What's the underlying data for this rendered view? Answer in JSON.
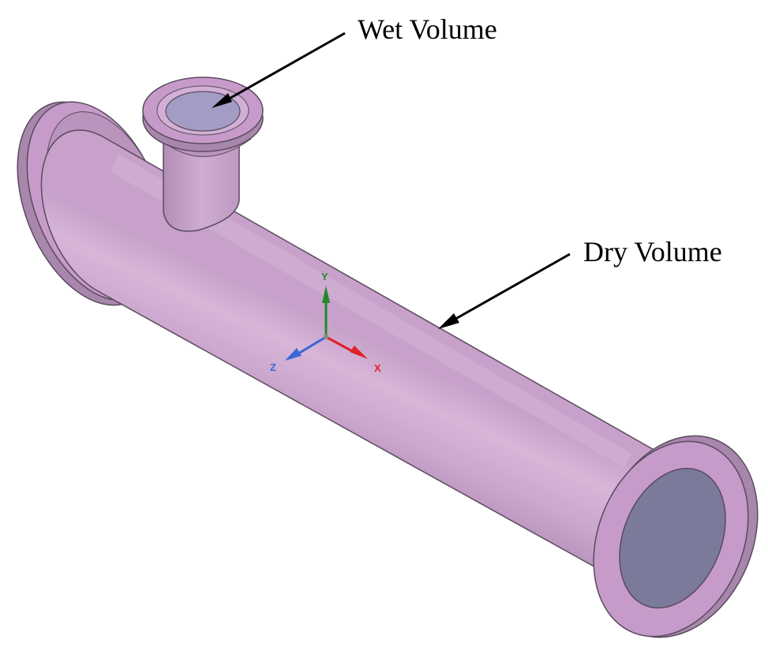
{
  "labels": {
    "wet_volume": "Wet Volume",
    "dry_volume": "Dry Volume"
  },
  "triad": {
    "y_label": "Y",
    "x_label": "X",
    "z_label": "Z"
  },
  "colors": {
    "pipe_body": "#CCA7CE",
    "pipe_light": "#DCBDDD",
    "pipe_shadow": "#B08CB2",
    "flange_face": "#C79BC9",
    "flange_rim": "#A887AC",
    "opening_face": "#7C7A9A",
    "outline": "#5A4A5E",
    "axis_x": "#E0202A",
    "axis_y": "#1E8A2A",
    "axis_z": "#3B66D6"
  }
}
